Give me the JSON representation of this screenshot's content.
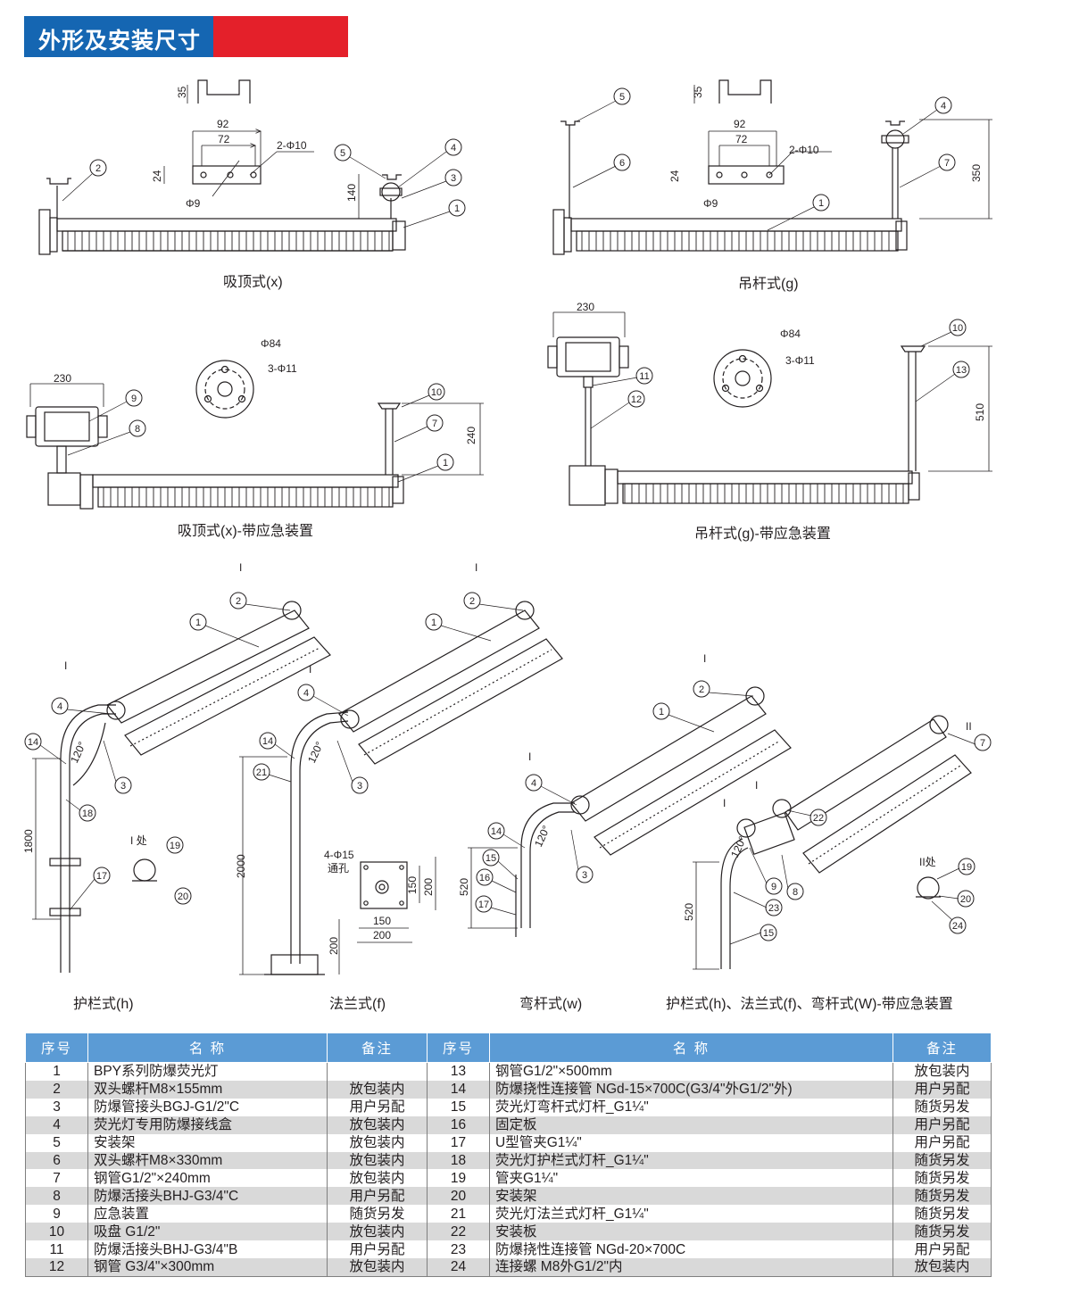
{
  "header": {
    "title": "外形及安装尺寸"
  },
  "captions": {
    "ceiling": "吸顶式(x)",
    "pendant": "吊杆式(g)",
    "ceiling_emergency": "吸顶式(x)-带应急装置",
    "pendant_emergency": "吊杆式(g)-带应急装置",
    "guardrail": "护栏式(h)",
    "flange": "法兰式(f)",
    "bent_pole": "弯杆式(w)",
    "combo_emergency": "护栏式(h)、法兰式(f)、弯杆式(W)-带应急装置"
  },
  "dimensions": {
    "bracket_35": "35",
    "width_92": "92",
    "width_72": "72",
    "holes_2phi10": "2-Φ10",
    "height_24": "24",
    "phi9": "Φ9",
    "height_140": "140",
    "height_350": "350",
    "box_230": "230",
    "phi84": "Φ84",
    "holes_3phi11": "3-Φ11",
    "height_240": "240",
    "height_510": "510",
    "pole_1800": "1800",
    "pole_2000": "2000",
    "base_200": "200",
    "plate_150": "150",
    "plate_200": "200",
    "holes_4phi15": "4-Φ15",
    "through_hole": "通孔",
    "height_520": "520",
    "angle_120": "120°",
    "detail_I": "I",
    "detail_II": "II",
    "detail_I_label": "I 处",
    "detail_II_label": "II处"
  },
  "table": {
    "headers": {
      "no": "序号",
      "name": "名    称",
      "note": "备注"
    },
    "rows": [
      {
        "left": {
          "no": "1",
          "name": "BPY系列防爆荧光灯",
          "note": ""
        },
        "right": {
          "no": "13",
          "name": "钢管G1/2\"×500mm",
          "note": "放包装内"
        }
      },
      {
        "left": {
          "no": "2",
          "name": "双头螺杆M8×155mm",
          "note": "放包装内"
        },
        "right": {
          "no": "14",
          "name": "防爆挠性连接管 NGd-15×700C(G3/4\"外G1/2\"外)",
          "note": "用户另配"
        }
      },
      {
        "left": {
          "no": "3",
          "name": "防爆管接头BGJ-G1/2\"C",
          "note": "用户另配"
        },
        "right": {
          "no": "15",
          "name": "荧光灯弯杆式灯杆_G1¼\"",
          "note": "随货另发"
        }
      },
      {
        "left": {
          "no": "4",
          "name": "荧光灯专用防爆接线盒",
          "note": "放包装内"
        },
        "right": {
          "no": "16",
          "name": "固定板",
          "note": "用户另配"
        }
      },
      {
        "left": {
          "no": "5",
          "name": "安装架",
          "note": "放包装内"
        },
        "right": {
          "no": "17",
          "name": "U型管夹G1¼\"",
          "note": "用户另配"
        }
      },
      {
        "left": {
          "no": "6",
          "name": "双头螺杆M8×330mm",
          "note": "放包装内"
        },
        "right": {
          "no": "18",
          "name": "荧光灯护栏式灯杆_G1¼\"",
          "note": "随货另发"
        }
      },
      {
        "left": {
          "no": "7",
          "name": "钢管G1/2\"×240mm",
          "note": "放包装内"
        },
        "right": {
          "no": "19",
          "name": "管夹G1¼\"",
          "note": "随货另发"
        }
      },
      {
        "left": {
          "no": "8",
          "name": "防爆活接头BHJ-G3/4\"C",
          "note": "用户另配"
        },
        "right": {
          "no": "20",
          "name": "安装架",
          "note": "随货另发"
        }
      },
      {
        "left": {
          "no": "9",
          "name": "应急装置",
          "note": "随货另发"
        },
        "right": {
          "no": "21",
          "name": "荧光灯法兰式灯杆_G1¼\"",
          "note": "随货另发"
        }
      },
      {
        "left": {
          "no": "10",
          "name": "吸盘 G1/2\"",
          "note": "放包装内"
        },
        "right": {
          "no": "22",
          "name": "安装板",
          "note": "随货另发"
        }
      },
      {
        "left": {
          "no": "11",
          "name": "防爆活接头BHJ-G3/4\"B",
          "note": "用户另配"
        },
        "right": {
          "no": "23",
          "name": "防爆挠性连接管 NGd-20×700C",
          "note": "用户另配"
        }
      },
      {
        "left": {
          "no": "12",
          "name": "钢管 G3/4\"×300mm",
          "note": "放包装内"
        },
        "right": {
          "no": "24",
          "name": "连接螺 M8外G1/2\"内",
          "note": "放包装内"
        }
      }
    ]
  }
}
